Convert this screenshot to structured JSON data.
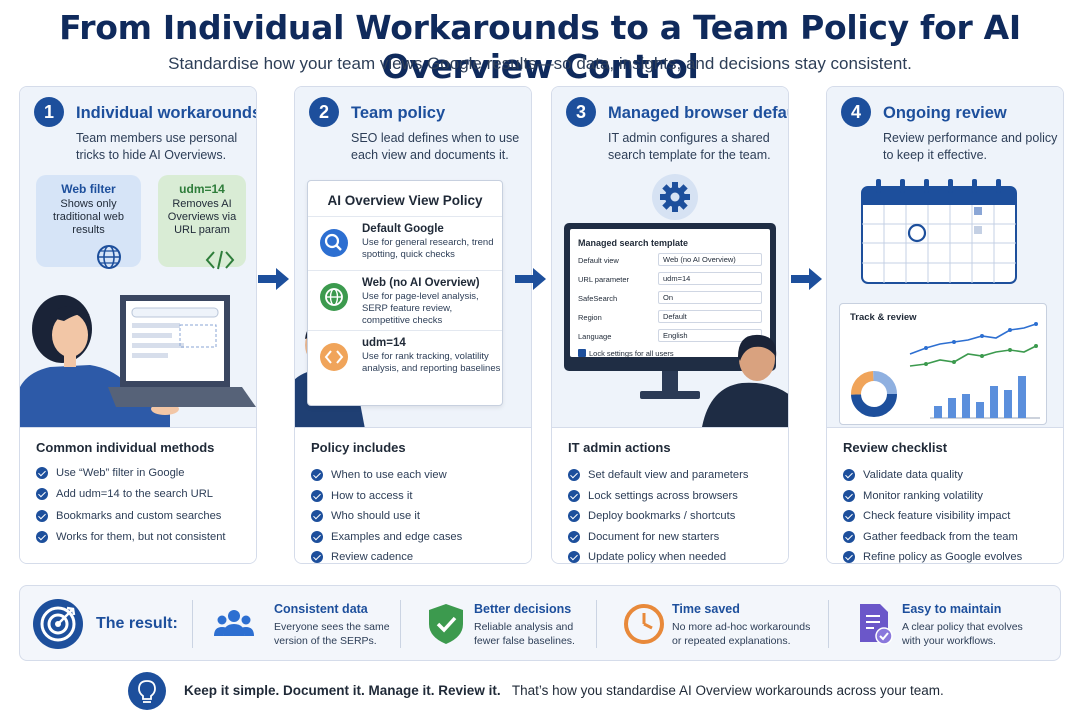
{
  "header": {
    "title": "From Individual Workarounds to a Team Policy for AI Overview Control",
    "subtitle": "Standardise how your team views Google results—so data, insights, and decisions stay consistent."
  },
  "steps": [
    {
      "number": "1",
      "title": "Individual workarounds",
      "desc": "Team members use personal tricks to hide AI Overviews.",
      "bubbles": [
        {
          "title": "Web filter",
          "text": "Shows only traditional web results"
        },
        {
          "title": "udm=14",
          "text": "Removes AI Overviews via URL param"
        }
      ],
      "list_title": "Common individual methods",
      "items": [
        "Use “Web” filter in Google",
        "Add udm=14 to the search URL",
        "Bookmarks and custom searches",
        "Works for them, but not consistent"
      ]
    },
    {
      "number": "2",
      "title": "Team policy",
      "desc": "SEO lead defines when to use each view and documents it.",
      "policy": {
        "title": "AI Overview View Policy",
        "rows": [
          {
            "title": "Default Google",
            "text": "Use for general research, trend spotting, quick checks"
          },
          {
            "title": "Web (no AI Overview)",
            "text": "Use for page-level analysis, SERP feature review, competitive checks"
          },
          {
            "title": "udm=14",
            "text": "Use for rank tracking, volatility analysis, and reporting baselines"
          }
        ]
      },
      "list_title": "Policy includes",
      "items": [
        "When to use each view",
        "How to access it",
        "Who should use it",
        "Examples and edge cases",
        "Review cadence"
      ]
    },
    {
      "number": "3",
      "title": "Managed browser defaults",
      "desc": "IT admin configures a shared search template for the team.",
      "template": {
        "title": "Managed search template",
        "fields": [
          {
            "label": "Default view",
            "value": "Web (no AI Overview)"
          },
          {
            "label": "URL parameter",
            "value": "udm=14"
          },
          {
            "label": "SafeSearch",
            "value": "On"
          },
          {
            "label": "Region",
            "value": "Default"
          },
          {
            "label": "Language",
            "value": "English"
          }
        ],
        "lock": "Lock settings for all users"
      },
      "list_title": "IT admin actions",
      "items": [
        "Set default view and parameters",
        "Lock settings across browsers",
        "Deploy bookmarks / shortcuts",
        "Document for new starters",
        "Update policy when needed"
      ]
    },
    {
      "number": "4",
      "title": "Ongoing review",
      "desc": "Review performance and policy to keep it effective.",
      "track_title": "Track & review",
      "list_title": "Review checklist",
      "items": [
        "Validate data quality",
        "Monitor ranking volatility",
        "Check feature visibility impact",
        "Gather feedback from the team",
        "Refine policy as Google evolves"
      ]
    }
  ],
  "result": {
    "label": "The result:",
    "items": [
      {
        "title": "Consistent data",
        "text": "Everyone sees the same version of the SERPs.",
        "icon": "team-icon"
      },
      {
        "title": "Better decisions",
        "text": "Reliable analysis and fewer false baselines.",
        "icon": "shield-check-icon"
      },
      {
        "title": "Time saved",
        "text": "No more ad-hoc workarounds or repeated explanations.",
        "icon": "clock-icon"
      },
      {
        "title": "Easy to maintain",
        "text": "A clear policy that evolves with your workflows.",
        "icon": "document-check-icon"
      }
    ]
  },
  "footer": {
    "bold": "Keep it simple. Document it. Manage it. Review it.",
    "text": "That’s how you standardise AI Overview workarounds across your team."
  },
  "colors": {
    "primary": "#1d4f9c",
    "panel": "#eef3fa",
    "green": "#3c9a4e",
    "orange": "#e8893a",
    "purple": "#6b57c9"
  }
}
